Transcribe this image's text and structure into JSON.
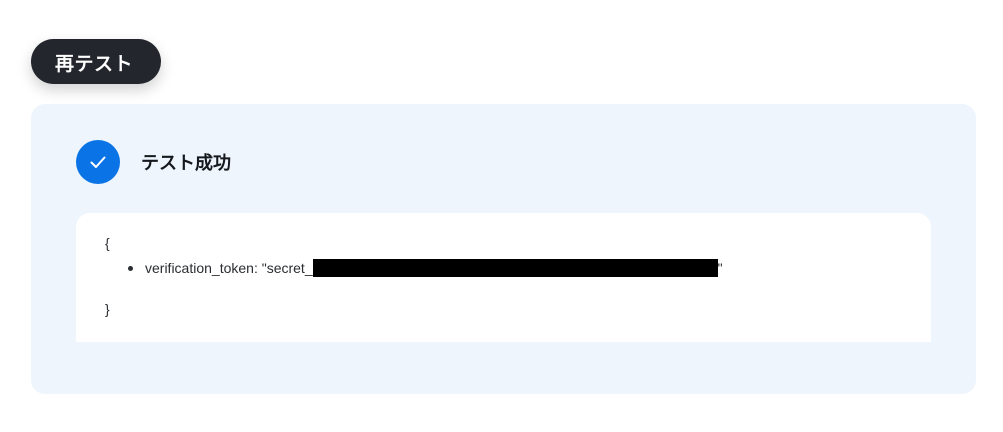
{
  "toolbar": {
    "retest_label": "再テスト"
  },
  "result": {
    "status_text": "テスト成功",
    "status_icon": "check-icon",
    "accent_color": "#0a74e6",
    "response": {
      "open_brace": "{",
      "close_brace": "}",
      "field_key": "verification_token: \"secret_",
      "field_value_redacted": true,
      "field_suffix": "\""
    }
  }
}
